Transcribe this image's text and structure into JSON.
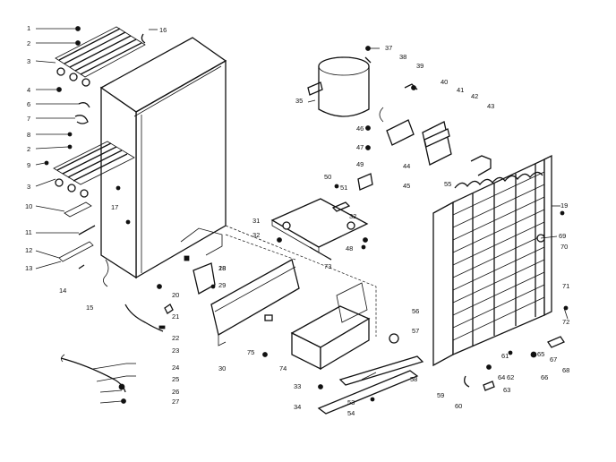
{
  "callouts": [
    {
      "id": "c1",
      "text": "1"
    },
    {
      "id": "c2a",
      "text": "2"
    },
    {
      "id": "c3a",
      "text": "3"
    },
    {
      "id": "c4",
      "text": "4"
    },
    {
      "id": "c6",
      "text": "6"
    },
    {
      "id": "c7",
      "text": "7"
    },
    {
      "id": "c8",
      "text": "8"
    },
    {
      "id": "c2b",
      "text": "2"
    },
    {
      "id": "c9",
      "text": "9"
    },
    {
      "id": "c3b",
      "text": "3"
    },
    {
      "id": "c10",
      "text": "10"
    },
    {
      "id": "c11",
      "text": "11"
    },
    {
      "id": "c12",
      "text": "12"
    },
    {
      "id": "c13",
      "text": "13"
    },
    {
      "id": "c14",
      "text": "14"
    },
    {
      "id": "c15",
      "text": "15"
    },
    {
      "id": "c16",
      "text": "16"
    },
    {
      "id": "c17",
      "text": "17"
    },
    {
      "id": "c18",
      "text": "18"
    },
    {
      "id": "c20",
      "text": "20"
    },
    {
      "id": "c21",
      "text": "21"
    },
    {
      "id": "c22",
      "text": "22"
    },
    {
      "id": "c23",
      "text": "23"
    },
    {
      "id": "c24",
      "text": "24"
    },
    {
      "id": "c25",
      "text": "25"
    },
    {
      "id": "c26",
      "text": "26"
    },
    {
      "id": "c27",
      "text": "27"
    },
    {
      "id": "c28",
      "text": "28"
    },
    {
      "id": "c29",
      "text": "29"
    },
    {
      "id": "c30",
      "text": "30"
    },
    {
      "id": "c31",
      "text": "31"
    },
    {
      "id": "c32a",
      "text": "32"
    },
    {
      "id": "c32b",
      "text": "32"
    },
    {
      "id": "c33",
      "text": "33"
    },
    {
      "id": "c34",
      "text": "34"
    },
    {
      "id": "c35",
      "text": "35"
    },
    {
      "id": "c37",
      "text": "37"
    },
    {
      "id": "c38",
      "text": "38"
    },
    {
      "id": "c39",
      "text": "39"
    },
    {
      "id": "c40",
      "text": "40"
    },
    {
      "id": "c41",
      "text": "41"
    },
    {
      "id": "c42",
      "text": "42"
    },
    {
      "id": "c43",
      "text": "43"
    },
    {
      "id": "c44",
      "text": "44"
    },
    {
      "id": "c45",
      "text": "45"
    },
    {
      "id": "c46",
      "text": "46"
    },
    {
      "id": "c47",
      "text": "47"
    },
    {
      "id": "c48",
      "text": "48"
    },
    {
      "id": "c49",
      "text": "49"
    },
    {
      "id": "c50",
      "text": "50"
    },
    {
      "id": "c51",
      "text": "51"
    },
    {
      "id": "c53",
      "text": "53"
    },
    {
      "id": "c54",
      "text": "54"
    },
    {
      "id": "c55",
      "text": "55"
    },
    {
      "id": "c56",
      "text": "56"
    },
    {
      "id": "c57",
      "text": "57"
    },
    {
      "id": "c58",
      "text": "58"
    },
    {
      "id": "c59",
      "text": "59"
    },
    {
      "id": "c60",
      "text": "60"
    },
    {
      "id": "c61",
      "text": "61"
    },
    {
      "id": "c62",
      "text": "62"
    },
    {
      "id": "c63",
      "text": "63"
    },
    {
      "id": "c64",
      "text": "64"
    },
    {
      "id": "c65",
      "text": "65"
    },
    {
      "id": "c66",
      "text": "66"
    },
    {
      "id": "c67",
      "text": "67"
    },
    {
      "id": "c68",
      "text": "68"
    },
    {
      "id": "c69",
      "text": "69"
    },
    {
      "id": "c70",
      "text": "70"
    },
    {
      "id": "c71",
      "text": "71"
    },
    {
      "id": "c72",
      "text": "72"
    },
    {
      "id": "c73",
      "text": "73"
    },
    {
      "id": "c74",
      "text": "74"
    },
    {
      "id": "c75",
      "text": "75"
    },
    {
      "id": "c19",
      "text": "19"
    }
  ]
}
